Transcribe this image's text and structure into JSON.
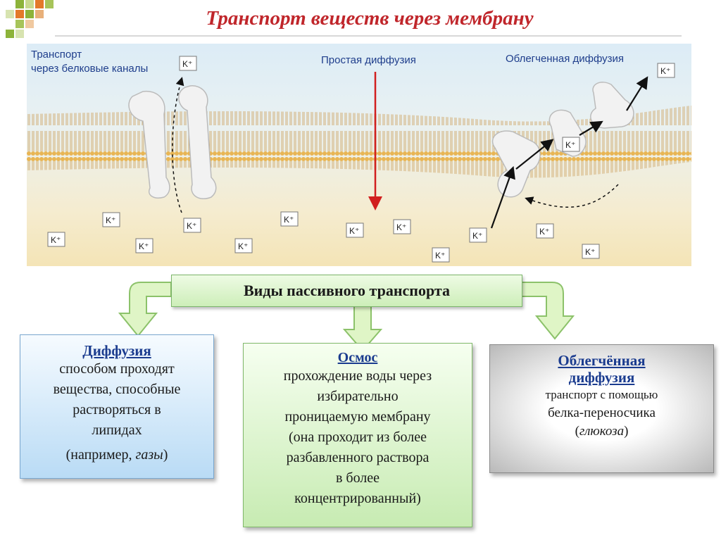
{
  "title": "Транспорт веществ через мембрану",
  "figure": {
    "label_channels_line1": "Транспорт",
    "label_channels_line2": "через белковые каналы",
    "label_simple": "Простая диффузия",
    "label_facilitated": "Облегченная диффузия",
    "ion": "K⁺"
  },
  "center_box": "Виды пассивного транспорта",
  "diffusion": {
    "heading": "Диффузия",
    "line1": "способом проходят",
    "line2": "вещества, способные",
    "line3": "растворяться в",
    "line4": "липидах",
    "line5_prefix": "(например, ",
    "line5_italic": "газы",
    "line5_suffix": ")"
  },
  "osmosis": {
    "heading": "Осмос",
    "line1": "прохождение воды через",
    "line2": "избирательно",
    "line3": "проницаемую мембрану",
    "line4": "(она проходит из более",
    "line5": "разбавленного раствора",
    "line6": "в более",
    "line7": "концентрированный)"
  },
  "facilitated": {
    "heading1": "Облегчённая",
    "heading2": "диффузия",
    "line1": "транспорт с помощью",
    "line2": "белка-переносчика",
    "line3_prefix": "(",
    "line3_italic": "глюкоза",
    "line3_suffix": ")"
  },
  "colors": {
    "title": "#c0262b",
    "heading": "#1b3c8f",
    "figure_label": "#1f3e8c",
    "simple_arrow": "#d11f1f"
  }
}
